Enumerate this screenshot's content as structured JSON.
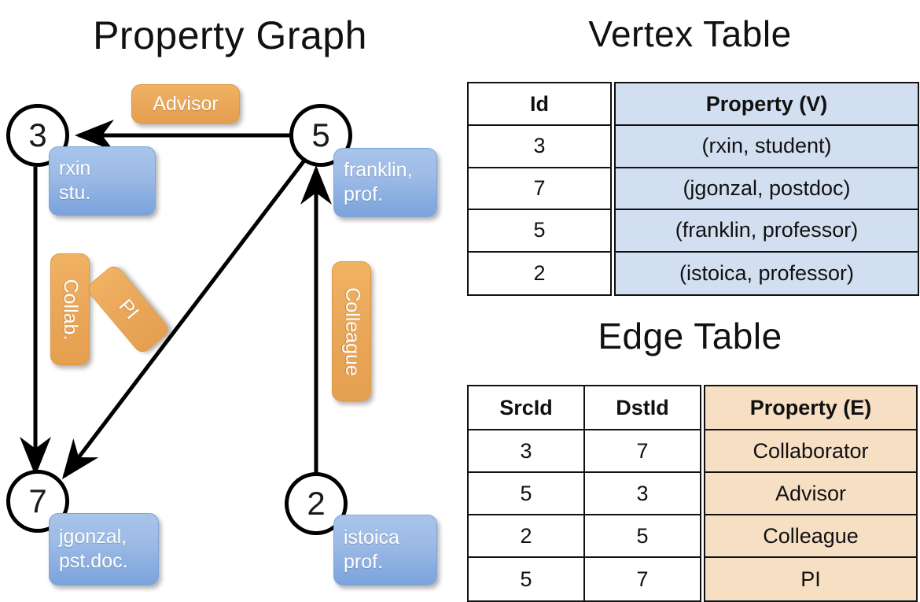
{
  "titles": {
    "property_graph": "Property Graph",
    "vertex_table": "Vertex Table",
    "edge_table": "Edge Table"
  },
  "graph": {
    "nodes": [
      {
        "id": "3",
        "property_label": "rxin\nstu."
      },
      {
        "id": "5",
        "property_label": "franklin,\nprof."
      },
      {
        "id": "7",
        "property_label": "jgonzal,\npst.doc."
      },
      {
        "id": "2",
        "property_label": "istoica\nprof."
      }
    ],
    "node_labels": {
      "n3": "3",
      "n5": "5",
      "n7": "7",
      "n2": "2"
    },
    "vertex_props": {
      "rxin_line1": "rxin",
      "rxin_line2": "stu.",
      "franklin_line1": "franklin,",
      "franklin_line2": "prof.",
      "jgonzal_line1": "jgonzal,",
      "jgonzal_line2": "pst.doc.",
      "istoica_line1": "istoica",
      "istoica_line2": "prof."
    },
    "edge_labels": {
      "advisor": "Advisor",
      "collab": "Collab.",
      "pi": "PI",
      "colleague": "Colleague"
    },
    "edges": [
      {
        "from": "5",
        "to": "3",
        "label": "Advisor"
      },
      {
        "from": "3",
        "to": "7",
        "label": "Collab."
      },
      {
        "from": "5",
        "to": "7",
        "label": "PI"
      },
      {
        "from": "2",
        "to": "5",
        "label": "Colleague"
      }
    ]
  },
  "vertex_table": {
    "headers": {
      "id": "Id",
      "property": "Property (V)"
    },
    "rows": [
      {
        "id": "3",
        "property": "(rxin, student)"
      },
      {
        "id": "7",
        "property": "(jgonzal, postdoc)"
      },
      {
        "id": "5",
        "property": "(franklin, professor)"
      },
      {
        "id": "2",
        "property": "(istoica, professor)"
      }
    ]
  },
  "edge_table": {
    "headers": {
      "src": "SrcId",
      "dst": "DstId",
      "property": "Property (E)"
    },
    "rows": [
      {
        "src": "3",
        "dst": "7",
        "property": "Collaborator"
      },
      {
        "src": "5",
        "dst": "3",
        "property": "Advisor"
      },
      {
        "src": "2",
        "dst": "5",
        "property": "Colleague"
      },
      {
        "src": "5",
        "dst": "7",
        "property": "PI"
      }
    ]
  },
  "colors": {
    "vertex_property_fill": "#d2dff0",
    "edge_property_fill": "#f7dfc4",
    "vertex_box": "#9dbbe6",
    "edge_box": "#eaa85a",
    "stroke": "#000000"
  }
}
